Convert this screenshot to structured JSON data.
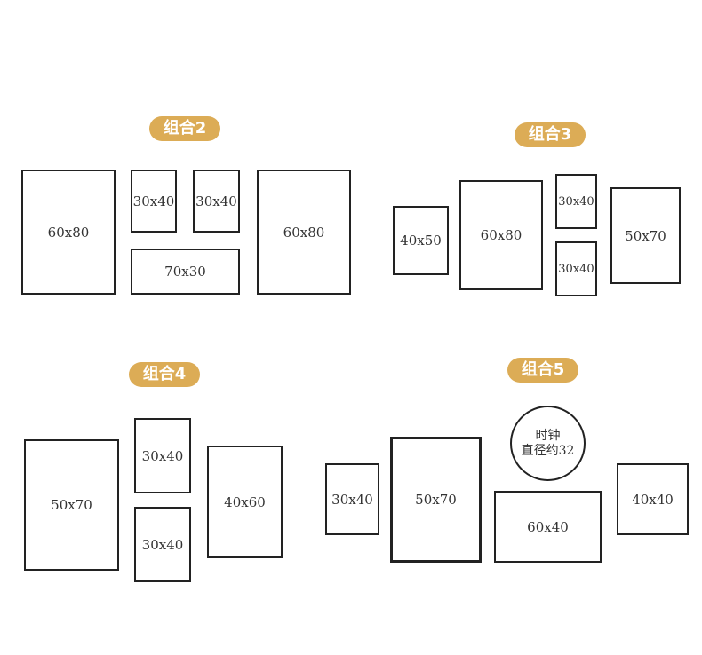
{
  "badges": {
    "g2": "组合2",
    "g3": "组合3",
    "g4": "组合4",
    "g5": "组合5"
  },
  "group2": {
    "f1": "60x80",
    "f2": "30x40",
    "f3": "30x40",
    "f4": "70x30",
    "f5": "60x80"
  },
  "group3": {
    "f1": "40x50",
    "f2": "60x80",
    "f3": "30x40",
    "f4": "30x40",
    "f5": "50x70"
  },
  "group4": {
    "f1": "50x70",
    "f2": "30x40",
    "f3": "30x40",
    "f4": "40x60"
  },
  "group5": {
    "f1": "30x40",
    "f2": "50x70",
    "clock_line1": "时钟",
    "clock_line2": "直径约32",
    "f3": "60x40",
    "f4": "40x40"
  },
  "colors": {
    "badge": "#dcac56",
    "frame": "#222222"
  }
}
